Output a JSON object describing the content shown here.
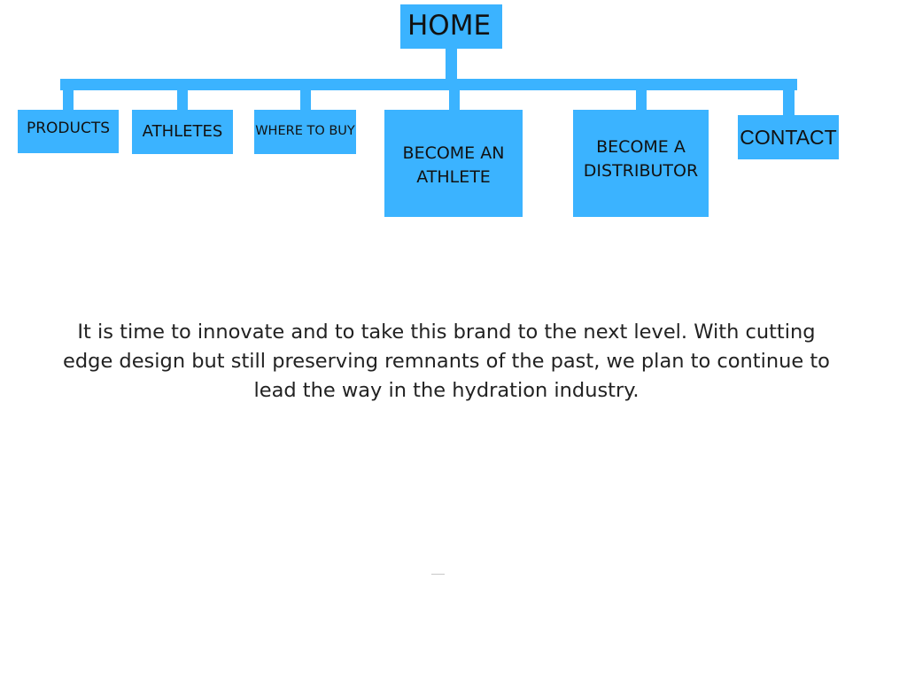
{
  "colors": {
    "node_fill": "#3bb3ff",
    "connector": "#3bb3ff",
    "text": "#111111"
  },
  "sitemap": {
    "root": {
      "label": "HOME"
    },
    "children": [
      {
        "id": "products",
        "label": "PRODUCTS"
      },
      {
        "id": "athletes",
        "label": "ATHLETES"
      },
      {
        "id": "where_to_buy",
        "label": "WHERE TO BUY"
      },
      {
        "id": "become_athlete",
        "label": "BECOME AN ATHLETE"
      },
      {
        "id": "become_distributor",
        "label": "BECOME A DISTRIBUTOR"
      },
      {
        "id": "contact",
        "label": "CONTACT"
      }
    ]
  },
  "description": "It is time to innovate and to take this brand to the next level. With cutting edge design but still preserving remnants of the past, we plan to continue to lead the way in the hydration industry."
}
